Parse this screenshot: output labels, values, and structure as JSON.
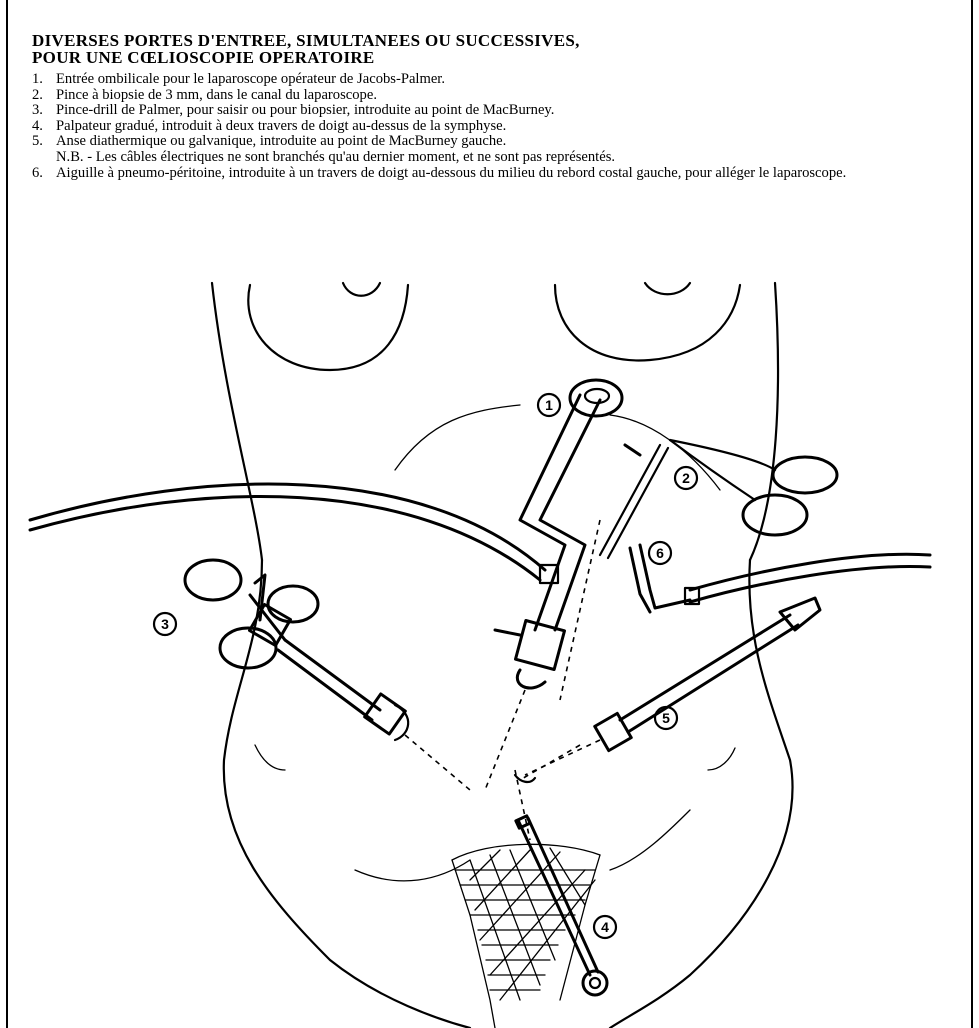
{
  "title": {
    "line1": "DIVERSES PORTES D'ENTREE, SIMULTANEES OU SUCCESSIVES,",
    "line2": "POUR UNE CŒLIOSCOPIE OPERATOIRE"
  },
  "legend": [
    {
      "num": "1.",
      "text": "Entrée ombilicale pour le laparoscope opérateur de Jacobs-Palmer."
    },
    {
      "num": "2.",
      "text": "Pince à biopsie de 3 mm, dans le canal du laparoscope."
    },
    {
      "num": "3.",
      "text": "Pince-drill de Palmer, pour saisir ou pour biopsier, introduite au point de MacBurney."
    },
    {
      "num": "4.",
      "text": "Palpateur gradué, introduit à deux travers de doigt au-dessus de la symphyse."
    },
    {
      "num": "5.",
      "text": "Anse diathermique ou galvanique, introduite au point de MacBurney gauche."
    },
    {
      "num": "",
      "text": "N.B. - Les câbles électriques ne sont branchés qu'au dernier moment, et ne sont pas représentés."
    },
    {
      "num": "6.",
      "text": "Aiguille à pneumo-péritoine, introduite à un travers de doigt au-dessous du milieu du rebord costal gauche, pour alléger le laparoscope."
    }
  ],
  "figure_labels": {
    "l1": "1",
    "l2": "2",
    "l3": "3",
    "l4": "4",
    "l5": "5",
    "l6": "6"
  }
}
